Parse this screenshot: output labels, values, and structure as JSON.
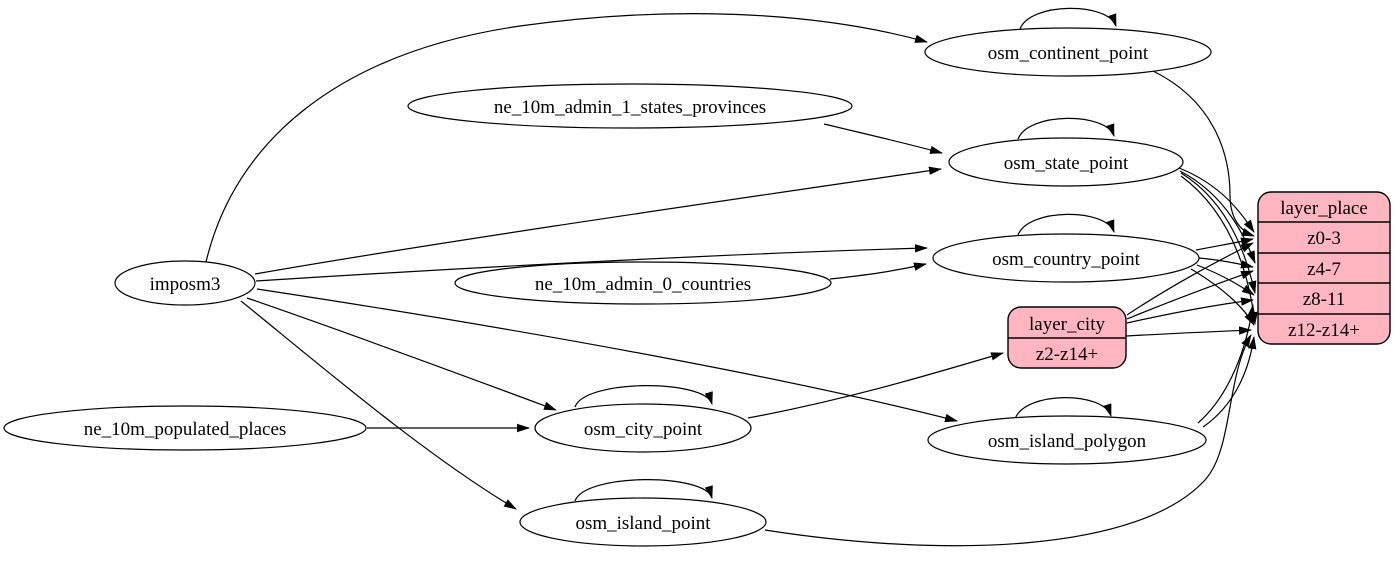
{
  "diagram": {
    "kind": "etl-dependency-graph",
    "colors": {
      "background": "#ffffff",
      "node_fill": "#ffffff",
      "record_fill": "#ffb6c1",
      "stroke": "#000000"
    },
    "nodes": {
      "imposm3": {
        "label": "imposm3"
      },
      "ne_10m_admin_1_states_provinces": {
        "label": "ne_10m_admin_1_states_provinces"
      },
      "ne_10m_admin_0_countries": {
        "label": "ne_10m_admin_0_countries"
      },
      "ne_10m_populated_places": {
        "label": "ne_10m_populated_places"
      },
      "osm_continent_point": {
        "label": "osm_continent_point"
      },
      "osm_state_point": {
        "label": "osm_state_point"
      },
      "osm_country_point": {
        "label": "osm_country_point"
      },
      "osm_city_point": {
        "label": "osm_city_point"
      },
      "osm_island_polygon": {
        "label": "osm_island_polygon"
      },
      "osm_island_point": {
        "label": "osm_island_point"
      },
      "layer_city": {
        "title": "layer_city",
        "rows": [
          "z2-z14+"
        ]
      },
      "layer_place": {
        "title": "layer_place",
        "rows": [
          "z0-3",
          "z4-7",
          "z8-11",
          "z12-z14+"
        ]
      }
    },
    "edges": [
      {
        "from": "imposm3",
        "to": "osm_continent_point"
      },
      {
        "from": "imposm3",
        "to": "osm_state_point"
      },
      {
        "from": "imposm3",
        "to": "osm_country_point"
      },
      {
        "from": "imposm3",
        "to": "osm_city_point"
      },
      {
        "from": "imposm3",
        "to": "osm_island_polygon"
      },
      {
        "from": "imposm3",
        "to": "osm_island_point"
      },
      {
        "from": "ne_10m_admin_1_states_provinces",
        "to": "osm_state_point"
      },
      {
        "from": "ne_10m_admin_0_countries",
        "to": "osm_country_point"
      },
      {
        "from": "ne_10m_populated_places",
        "to": "osm_city_point"
      },
      {
        "from": "osm_continent_point",
        "to": "osm_continent_point"
      },
      {
        "from": "osm_state_point",
        "to": "osm_state_point"
      },
      {
        "from": "osm_country_point",
        "to": "osm_country_point"
      },
      {
        "from": "osm_city_point",
        "to": "osm_city_point"
      },
      {
        "from": "osm_island_polygon",
        "to": "osm_island_polygon"
      },
      {
        "from": "osm_island_point",
        "to": "osm_island_point"
      },
      {
        "from": "osm_continent_point",
        "to": "layer_place:z0-3"
      },
      {
        "from": "osm_state_point",
        "to": "layer_place:z0-3"
      },
      {
        "from": "osm_state_point",
        "to": "layer_place:z4-7"
      },
      {
        "from": "osm_state_point",
        "to": "layer_place:z8-11"
      },
      {
        "from": "osm_state_point",
        "to": "layer_place:z12-z14+"
      },
      {
        "from": "osm_country_point",
        "to": "layer_place:z0-3"
      },
      {
        "from": "osm_country_point",
        "to": "layer_place:z4-7"
      },
      {
        "from": "osm_country_point",
        "to": "layer_place:z8-11"
      },
      {
        "from": "osm_country_point",
        "to": "layer_place:z12-z14+"
      },
      {
        "from": "osm_city_point",
        "to": "layer_city:z2-z14+"
      },
      {
        "from": "layer_city",
        "to": "layer_place:z0-3"
      },
      {
        "from": "layer_city",
        "to": "layer_place:z4-7"
      },
      {
        "from": "layer_city",
        "to": "layer_place:z8-11"
      },
      {
        "from": "layer_city",
        "to": "layer_place:z12-z14+"
      },
      {
        "from": "osm_island_polygon",
        "to": "layer_place:z8-11"
      },
      {
        "from": "osm_island_polygon",
        "to": "layer_place:z12-z14+"
      },
      {
        "from": "osm_island_point",
        "to": "layer_place:z12-z14+"
      }
    ]
  }
}
